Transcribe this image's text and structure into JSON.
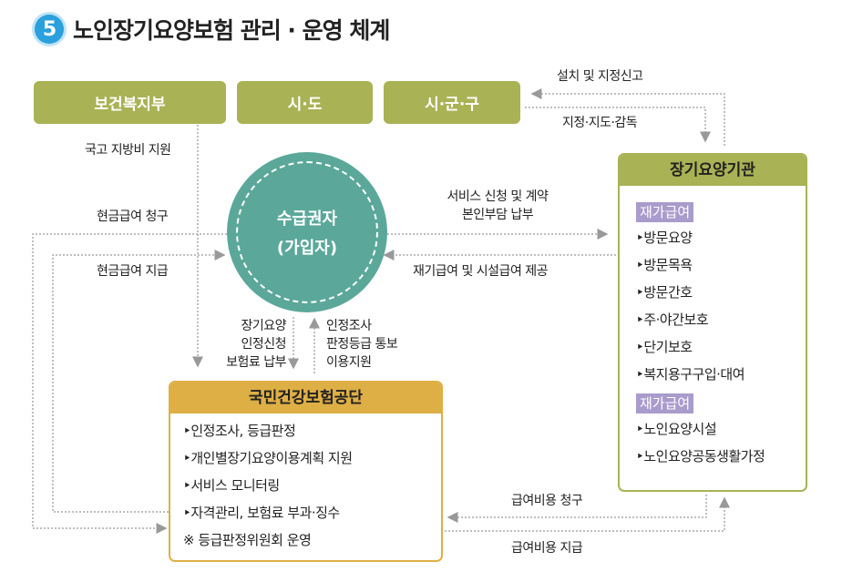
{
  "title": {
    "number": "5",
    "text": "노인장기요양보험 관리 · 운영 체계"
  },
  "top_boxes": [
    "보건복지부",
    "시·도",
    "시·군·구"
  ],
  "recipient": {
    "line1": "수급권자",
    "line2": "(가입자)"
  },
  "labels": {
    "national_support": "국고 지방비 지원",
    "cash_claim": "현금급여 청구",
    "cash_pay": "현금급여 지급",
    "install": "설치 및 지정신고",
    "designate": "지정·지도·감독",
    "service_req1": "서비스 신청 및 계약",
    "service_req2": "본인부담 납부",
    "provide": "재기급여 및 시설급여 제공",
    "apply": [
      "장기요양",
      "인정신청",
      "보험료 납부"
    ],
    "notify": [
      "인정조사",
      "판정등급 통보",
      "이용지원"
    ],
    "cost_claim": "급여비용 청구",
    "cost_pay": "급여비용 지급"
  },
  "institution": {
    "title": "장기요양기관",
    "groups": [
      {
        "tag": "재가급여",
        "items": [
          "방문요양",
          "방문목욕",
          "방문간호",
          "주·야간보호",
          "단기보호",
          "복지용구구입·대여"
        ]
      },
      {
        "tag": "재가급여",
        "items": [
          "노인요양시설",
          "노인요양공동생활가정"
        ]
      }
    ]
  },
  "nhis": {
    "title": "국민건강보험공단",
    "items": [
      "‣인정조사, 등급판정",
      "‣개인별장기요양이용계획 지원",
      "‣서비스 모니터링",
      "‣자격관리, 보험료 부과·징수",
      "※ 등급판정위원회 운영"
    ]
  },
  "colors": {
    "green": "#a9b254",
    "teal": "#5ba89a",
    "gold": "#deaf45",
    "purple": "#a99bcc",
    "badge": "#2aa0dc"
  }
}
